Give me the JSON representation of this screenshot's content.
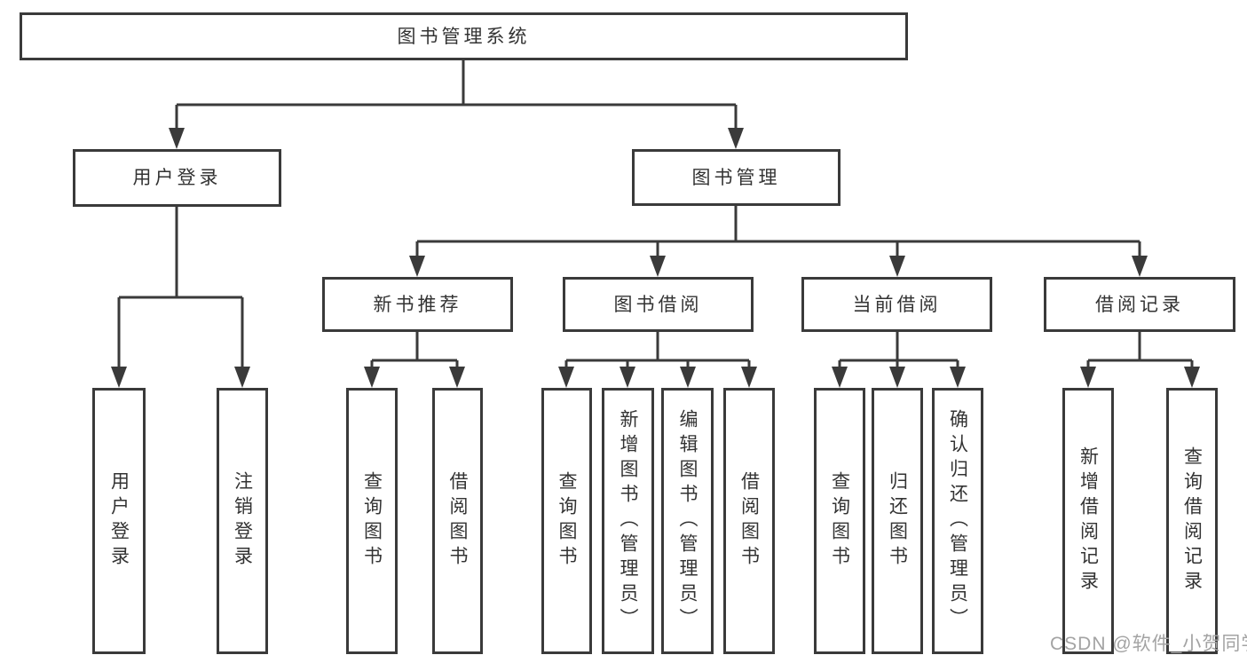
{
  "diagram": {
    "root": {
      "label": "图书管理系统"
    },
    "level2": [
      {
        "id": "user-login",
        "label": "用户登录",
        "parent": "图书管理系统"
      },
      {
        "id": "book-management",
        "label": "图书管理",
        "parent": "图书管理系统"
      }
    ],
    "level3": [
      {
        "id": "new-book-recommend",
        "label": "新书推荐",
        "parent": "图书管理"
      },
      {
        "id": "book-borrow",
        "label": "图书借阅",
        "parent": "图书管理"
      },
      {
        "id": "current-borrow",
        "label": "当前借阅",
        "parent": "图书管理"
      },
      {
        "id": "borrow-records",
        "label": "借阅记录",
        "parent": "图书管理"
      }
    ],
    "leaves": [
      {
        "label": "用户登录",
        "parent": "用户登录"
      },
      {
        "label": "注销登录",
        "parent": "用户登录"
      },
      {
        "label": "查询图书",
        "parent": "新书推荐"
      },
      {
        "label": "借阅图书",
        "parent": "新书推荐"
      },
      {
        "label": "查询图书",
        "parent": "图书借阅"
      },
      {
        "label": "新增图书（管理员）",
        "parent": "图书借阅"
      },
      {
        "label": "编辑图书（管理员）",
        "parent": "图书借阅"
      },
      {
        "label": "借阅图书",
        "parent": "图书借阅"
      },
      {
        "label": "查询图书",
        "parent": "当前借阅"
      },
      {
        "label": "归还图书",
        "parent": "当前借阅"
      },
      {
        "label": "确认归还（管理员）",
        "parent": "当前借阅"
      },
      {
        "label": "新增借阅记录",
        "parent": "借阅记录"
      },
      {
        "label": "查询借阅记录",
        "parent": "借阅记录"
      }
    ],
    "watermark": "CSDN @软件_小贺同学",
    "colors": {
      "line": "#3a3a3a",
      "text": "#333333",
      "box_background": "#ffffff",
      "watermark": "#a3a3a3",
      "background": "#ffffff"
    }
  }
}
